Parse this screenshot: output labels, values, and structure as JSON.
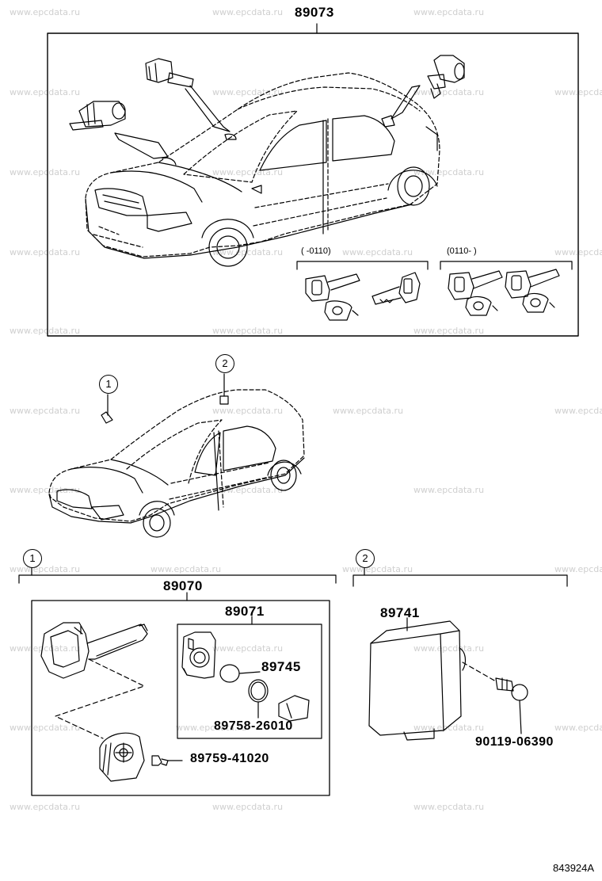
{
  "watermark": "www.epcdata.ru",
  "group_number": "89073",
  "callouts": {
    "one": "1",
    "two": "2"
  },
  "key_ranges": {
    "before": "(     -0110)",
    "after": "(0110-       )"
  },
  "parts": {
    "transponder_key_set": "89070",
    "key_housing": "89071",
    "battery": "89745",
    "o_ring": "89758-26010",
    "screw": "89759-41020",
    "ecu": "89741",
    "bolt": "90119-06390"
  },
  "diagram_code": "843924A"
}
